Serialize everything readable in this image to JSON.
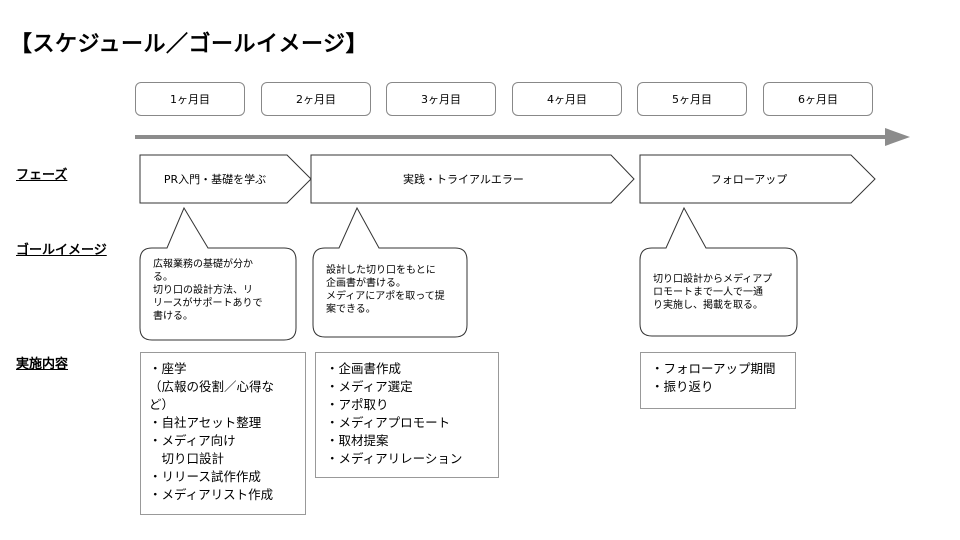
{
  "title": "【スケジュール／ゴールイメージ】",
  "months": [
    "1ヶ月目",
    "2ヶ月目",
    "3ヶ月目",
    "4ヶ月目",
    "5ヶ月目",
    "6ヶ月目"
  ],
  "row_labels": {
    "phase": "フェーズ",
    "goal": "ゴールイメージ",
    "tasks": "実施内容"
  },
  "phases": [
    "PR入門・基礎を学ぶ",
    "実践・トライアルエラー",
    "フォローアップ"
  ],
  "goals": [
    [
      "広報業務の基礎が分か",
      "る。",
      "切り口の設計方法、リ",
      "リースがサポートありで",
      "書ける。"
    ],
    [
      "設計した切り口をもとに",
      "企画書が書ける。",
      "メディアにアポを取って提",
      "案できる。"
    ],
    [
      "切り口設計からメディアプ",
      "ロモートまで一人で一通",
      "り実施し、掲載を取る。"
    ]
  ],
  "tasks": [
    [
      "・座学",
      "（広報の役割／心得な",
      "ど）",
      "・自社アセット整理",
      "・メディア向け",
      "　切り口設計",
      "・リリース試作作成",
      "・メディアリスト作成"
    ],
    [
      "・企画書作成",
      "・メディア選定",
      "・アポ取り",
      "・メディアプロモート",
      "・取材提案",
      "・メディアリレーション"
    ],
    [
      "・フォローアップ期間",
      "・振り返り"
    ]
  ],
  "colors": {
    "timeline_arrow": "#8c8c8c",
    "border": "#888888"
  }
}
